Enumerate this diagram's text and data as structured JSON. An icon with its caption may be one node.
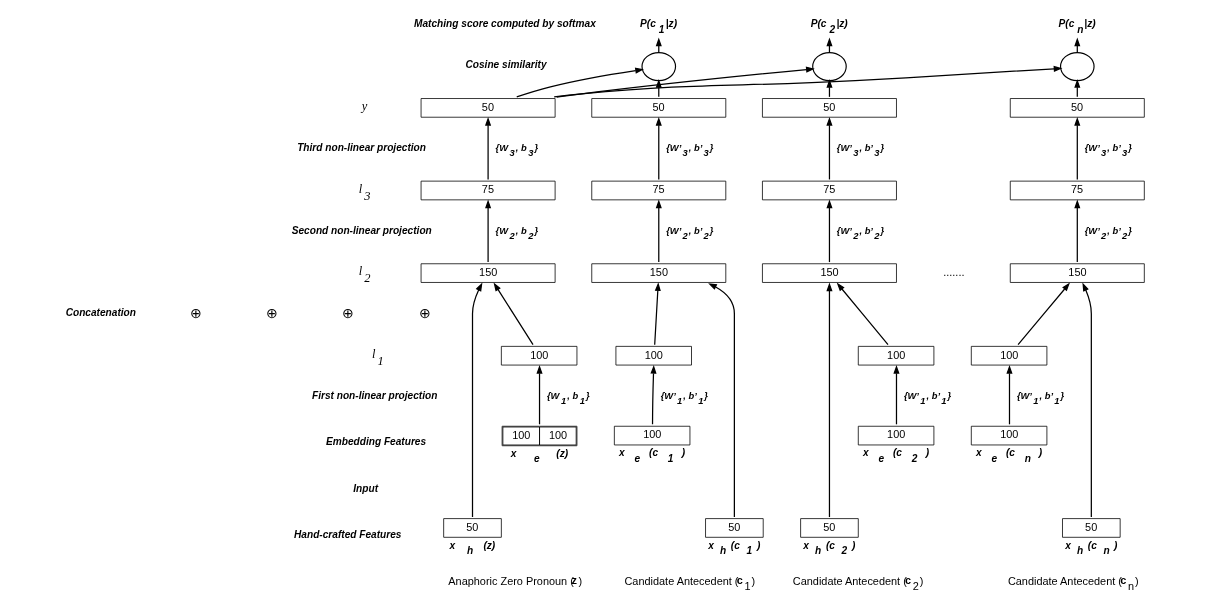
{
  "diagram": {
    "nodes": [
      {
        "text": [
          "50"
        ]
      },
      {
        "text": [
          "75"
        ]
      },
      {
        "text": [
          "150"
        ]
      },
      {
        "text": [
          "100"
        ]
      },
      {
        "text": [
          "100",
          "100"
        ],
        "beside": [
          "x$_{e}$(z)"
        ]
      },
      {
        "text": [
          "50"
        ],
        "beside": [
          "x$_{h}$(z)"
        ]
      },
      {
        "text": [
          "P(c$_{1}$|z)"
        ]
      },
      {
        "text": [],
        "shape": "circle"
      },
      {
        "text": [
          "50"
        ]
      },
      {
        "text": [
          "75"
        ]
      },
      {
        "text": [
          "150"
        ]
      },
      {
        "text": [
          "100"
        ]
      },
      {
        "text": [
          "100"
        ],
        "beside": [
          "x$_{e}$(c$_{1}$)"
        ]
      },
      {
        "text": [
          "50"
        ],
        "beside": [
          "x$_{h}$(c$_{1}$)"
        ]
      },
      {
        "text": [
          "P(c$_{2}$|z)"
        ]
      },
      {
        "text": [],
        "shape": "circle"
      },
      {
        "text": [
          "50"
        ]
      },
      {
        "text": [
          "75"
        ]
      },
      {
        "text": [
          "150"
        ]
      },
      {
        "text": [
          "100"
        ]
      },
      {
        "text": [
          "100"
        ],
        "beside": [
          "x$_{e}$(c$_{2}$)"
        ]
      },
      {
        "text": [
          "50"
        ],
        "beside": [
          "x$_{h}$(c$_{2}$)"
        ]
      },
      {
        "text": [
          "P(c$_{n}$|z)"
        ]
      },
      {
        "text": [],
        "shape": "circle"
      },
      {
        "text": [
          "50"
        ]
      },
      {
        "text": [
          "75"
        ]
      },
      {
        "text": [
          "150"
        ]
      },
      {
        "text": [
          "100"
        ]
      },
      {
        "text": [
          "100"
        ],
        "beside": [
          "x$_{e}$(c$_{n}$)"
        ]
      },
      {
        "text": [
          "50"
        ],
        "beside": [
          "x$_{h}$(c$_{n}$)"
        ]
      }
    ],
    "edges": [
      {
        "from": 1,
        "to": 0,
        "arrow": "to",
        "label": "{W$_{3}$, b$_{3}$}"
      },
      {
        "from": 2,
        "to": 1,
        "arrow": "to",
        "label": "{W$_{2}$, b$_{2}$}"
      },
      {
        "from": 3,
        "to": 2,
        "arrow": "to"
      },
      {
        "from": 5,
        "to": 2,
        "arrow": "to"
      },
      {
        "from": 4,
        "to": 3,
        "arrow": "to",
        "label": "{W$_{1}$, b$_{1}$}"
      },
      {
        "from": 0,
        "to": 7,
        "arrow": "to"
      },
      {
        "from": 0,
        "to": 15,
        "arrow": "to"
      },
      {
        "from": 0,
        "to": 23,
        "arrow": "to"
      },
      {
        "from": 7,
        "to": 6,
        "arrow": "to"
      },
      {
        "from": 8,
        "to": 7,
        "arrow": "to"
      },
      {
        "from": 9,
        "to": 8,
        "arrow": "to",
        "label": "{W’$_{3}$, b’$_{3}$}"
      },
      {
        "from": 10,
        "to": 9,
        "arrow": "to",
        "label": "{W’$_{2}$, b’$_{2}$}"
      },
      {
        "from": 11,
        "to": 10,
        "arrow": "to"
      },
      {
        "from": 13,
        "to": 10,
        "arrow": "to"
      },
      {
        "from": 12,
        "to": 11,
        "arrow": "to",
        "label": "{W’$_{1}$, b’$_{1}$}"
      },
      {
        "from": 15,
        "to": 14,
        "arrow": "to"
      },
      {
        "from": 16,
        "to": 15,
        "arrow": "to"
      },
      {
        "from": 17,
        "to": 16,
        "arrow": "to",
        "label": "{W’$_{3}$, b’$_{3}$}"
      },
      {
        "from": 18,
        "to": 17,
        "arrow": "to",
        "label": "{W’$_{2}$, b’$_{2}$}"
      },
      {
        "from": 19,
        "to": 18,
        "arrow": "to"
      },
      {
        "from": 21,
        "to": 18,
        "arrow": "to"
      },
      {
        "from": 20,
        "to": 19,
        "arrow": "to",
        "label": "{W’$_{1}$, b’$_{1}$}"
      },
      {
        "from": 23,
        "to": 22,
        "arrow": "to"
      },
      {
        "from": 24,
        "to": 23,
        "arrow": "to"
      },
      {
        "from": 25,
        "to": 24,
        "arrow": "to",
        "label": "{W’$_{3}$, b’$_{3}$}"
      },
      {
        "from": 26,
        "to": 25,
        "arrow": "to",
        "label": "{W’$_{2}$, b’$_{2}$}"
      },
      {
        "from": 27,
        "to": 26,
        "arrow": "to"
      },
      {
        "from": 29,
        "to": 26,
        "arrow": "to"
      },
      {
        "from": 28,
        "to": 27,
        "arrow": "to",
        "label": "{W’$_{1}$, b’$_{1}$}"
      }
    ],
    "labels": [
      "Matching score computed by softmax",
      "Cosine similarity",
      "y",
      "Third non-linear projection",
      "l$_{3}$",
      "Second non-linear projection",
      "l$_{2}$",
      "Concatenation",
      "l$_{1}$",
      "First non-linear projection",
      "Embedding Features",
      "Input",
      "Hand-crafted Features",
      "⊕",
      "⊕",
      "⊕",
      "⊕",
      ".......",
      "Anaphoric Zero Pronoun (**z**)",
      "Candidate Antecedent (**c**$_{1}$)",
      "Candidate Antecedent (**c**$_{2}$)",
      "Candidate Antecedent (**c**$_{n}$)"
    ]
  }
}
